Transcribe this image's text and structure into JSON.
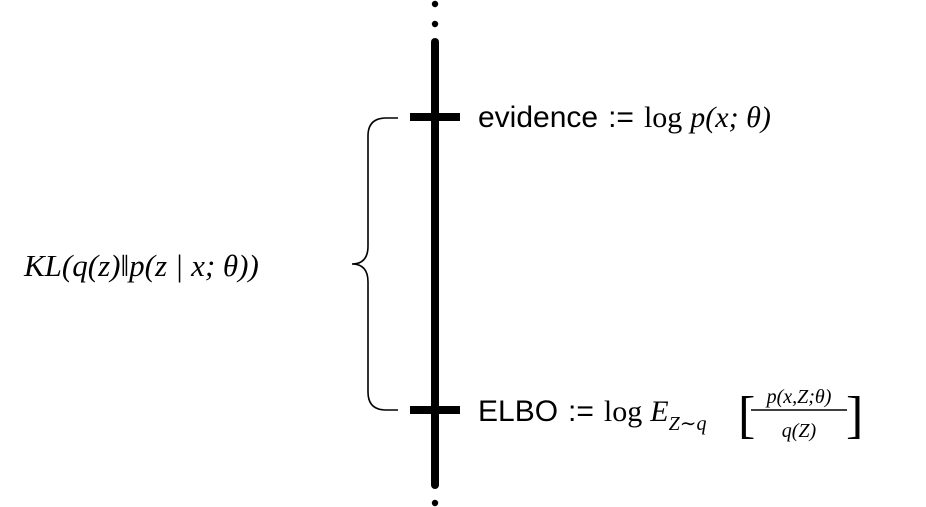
{
  "ticks": {
    "evidence": {
      "name": "evidence",
      "defined_as": ":=",
      "log": "log",
      "expr_p": "p",
      "expr_args": "(x; θ)"
    },
    "elbo": {
      "name": "ELBO",
      "defined_as": ":=",
      "log": "log",
      "expectation": "E",
      "expectation_sub": "Z∼q",
      "bracket_open": "[",
      "bracket_close": "]",
      "numerator": "p(x,Z;θ)",
      "denominator": "q(Z)"
    }
  },
  "gap": {
    "label": "KL(q(z)‖p(z | x; θ))"
  },
  "colors": {
    "axis": "#000000",
    "text": "#000000",
    "background": "#ffffff"
  }
}
